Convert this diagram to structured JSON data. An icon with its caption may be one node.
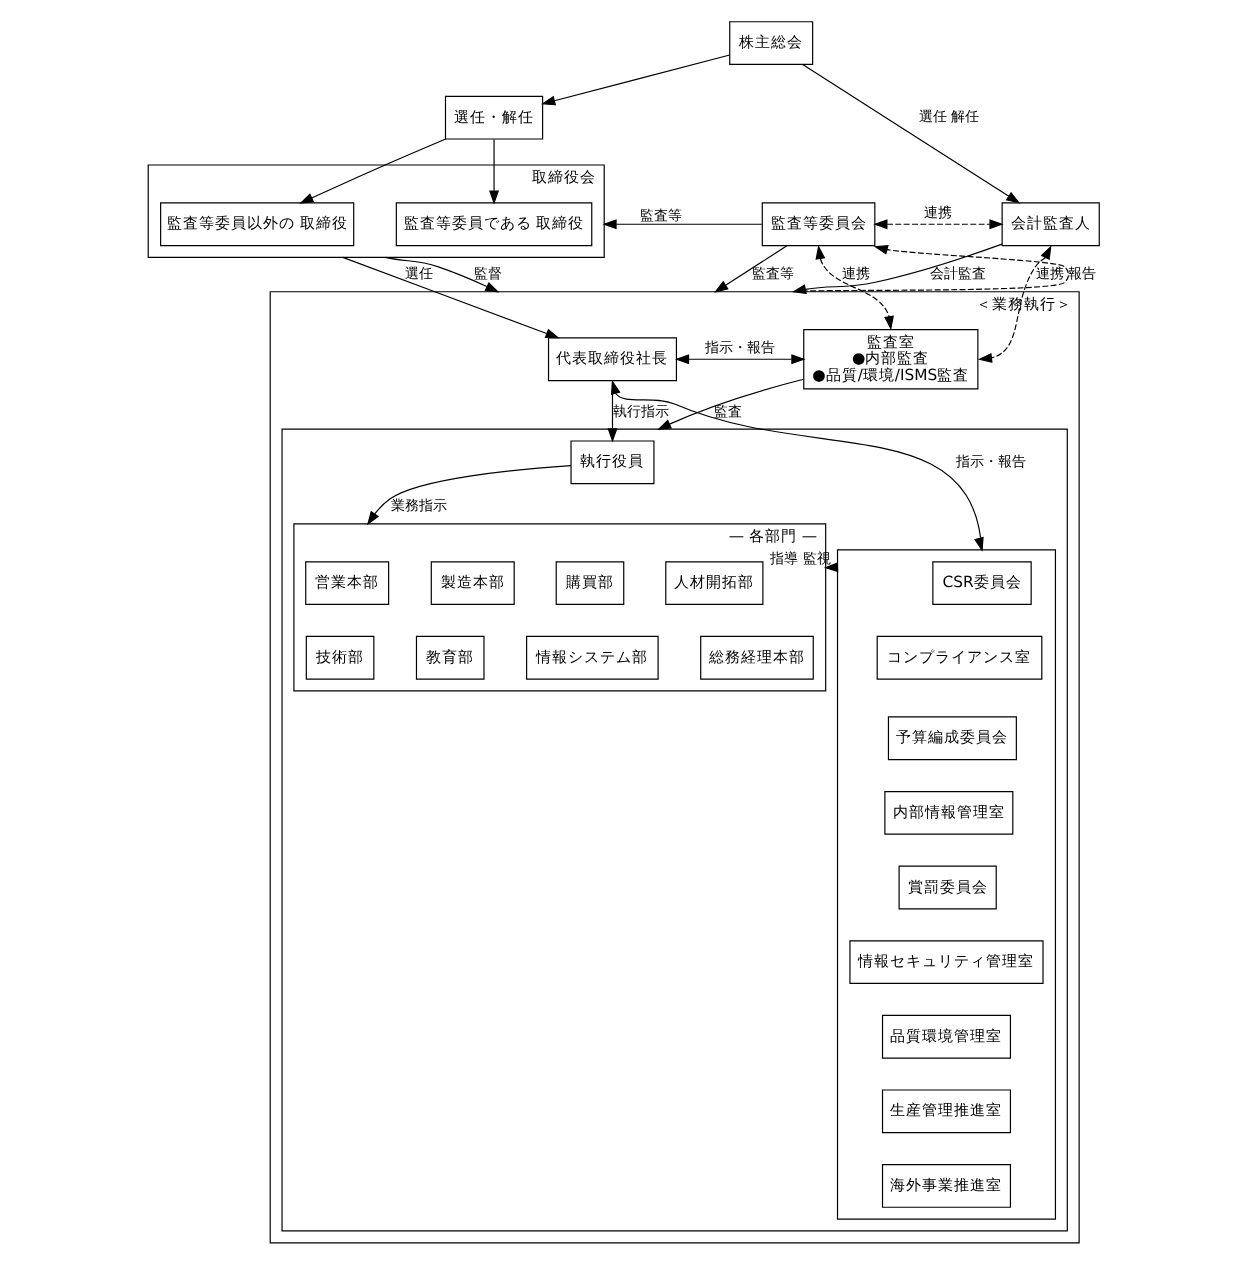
{
  "diagram": {
    "nodes": [
      {
        "text": [
          "株主総会"
        ]
      },
      {
        "text": [
          "選任・解任"
        ]
      },
      {
        "text": [
          "取締役会"
        ]
      },
      {
        "text": [
          "監査等委員以外の 取締役"
        ],
        "in": 2
      },
      {
        "text": [
          "監査等委員である 取締役"
        ],
        "in": 2
      },
      {
        "text": [
          "監査等委員会"
        ]
      },
      {
        "text": [
          "会計監査人"
        ]
      },
      {
        "text": [
          "＜業務執行＞"
        ]
      },
      {
        "text": [
          "代表取締役社長"
        ],
        "in": 7
      },
      {
        "text": [
          "監査室",
          "●内部監査",
          "●品質/環境/ISMS監査"
        ],
        "in": 7
      },
      {
        "text": [],
        "shape": "box",
        "in": 7
      },
      {
        "text": [
          "執行役員"
        ],
        "in": 10
      },
      {
        "text": [
          "— 各部門 —"
        ],
        "in": 10
      },
      {
        "text": [
          "営業本部"
        ],
        "in": 12
      },
      {
        "text": [
          "製造本部"
        ],
        "in": 12
      },
      {
        "text": [
          "購買部"
        ],
        "in": 12
      },
      {
        "text": [
          "人材開拓部"
        ],
        "in": 12
      },
      {
        "text": [
          "技術部"
        ],
        "in": 12
      },
      {
        "text": [
          "教育部"
        ],
        "in": 12
      },
      {
        "text": [
          "情報システム部"
        ],
        "in": 12
      },
      {
        "text": [
          "総務経理本部"
        ],
        "in": 12
      },
      {
        "text": [],
        "shape": "box",
        "in": 10
      },
      {
        "text": [
          "CSR委員会"
        ],
        "in": 21
      },
      {
        "text": [
          "コンプライアンス室"
        ],
        "in": 21
      },
      {
        "text": [
          "予算編成委員会"
        ],
        "in": 21
      },
      {
        "text": [
          "内部情報管理室"
        ],
        "in": 21
      },
      {
        "text": [
          "賞罰委員会"
        ],
        "in": 21
      },
      {
        "text": [
          "情報セキュリティ管理室"
        ],
        "in": 21
      },
      {
        "text": [
          "品質環境管理室"
        ],
        "in": 21
      },
      {
        "text": [
          "生産管理推進室"
        ],
        "in": 21
      },
      {
        "text": [
          "海外事業推進室"
        ],
        "in": 21
      }
    ],
    "edges": [
      {
        "from": 0,
        "to": 1,
        "arrow": "to"
      },
      {
        "from": 1,
        "to": 3,
        "arrow": "to"
      },
      {
        "from": 1,
        "to": 4,
        "arrow": "to"
      },
      {
        "from": 0,
        "to": 6,
        "arrow": "to",
        "label": "選任 解任"
      },
      {
        "from": 5,
        "to": 2,
        "arrow": "to",
        "label": "監査等"
      },
      {
        "from": 5,
        "to": 6,
        "arrow": "both",
        "label": "連携",
        "style": "dashed"
      },
      {
        "from": 2,
        "to": 8,
        "arrow": "to",
        "label": "選任"
      },
      {
        "from": 2,
        "to": 7,
        "arrow": "to",
        "label": "監督"
      },
      {
        "from": 5,
        "to": 7,
        "arrow": "to",
        "label": "監査等"
      },
      {
        "from": 6,
        "to": 7,
        "arrow": "to",
        "label": "会計監査"
      },
      {
        "from": 5,
        "to": 9,
        "arrow": "both",
        "label": "連携",
        "style": "dashed"
      },
      {
        "from": 7,
        "to": 5,
        "arrow": "to",
        "label": "報告",
        "style": "dashed"
      },
      {
        "from": 6,
        "to": 9,
        "arrow": "both",
        "label": "連携",
        "style": "dashed"
      },
      {
        "from": 8,
        "to": 9,
        "arrow": "both",
        "label": "指示・報告"
      },
      {
        "from": 8,
        "to": 11,
        "arrow": "to",
        "label": "執行指示"
      },
      {
        "from": 8,
        "to": 21,
        "arrow": "both",
        "label": "指示・報告"
      },
      {
        "from": 9,
        "to": 10,
        "arrow": "to",
        "label": "監査"
      },
      {
        "from": 11,
        "to": 12,
        "arrow": "to",
        "label": "業務指示"
      },
      {
        "from": 21,
        "to": 12,
        "arrow": "to",
        "label": "指導 監視"
      }
    ]
  }
}
